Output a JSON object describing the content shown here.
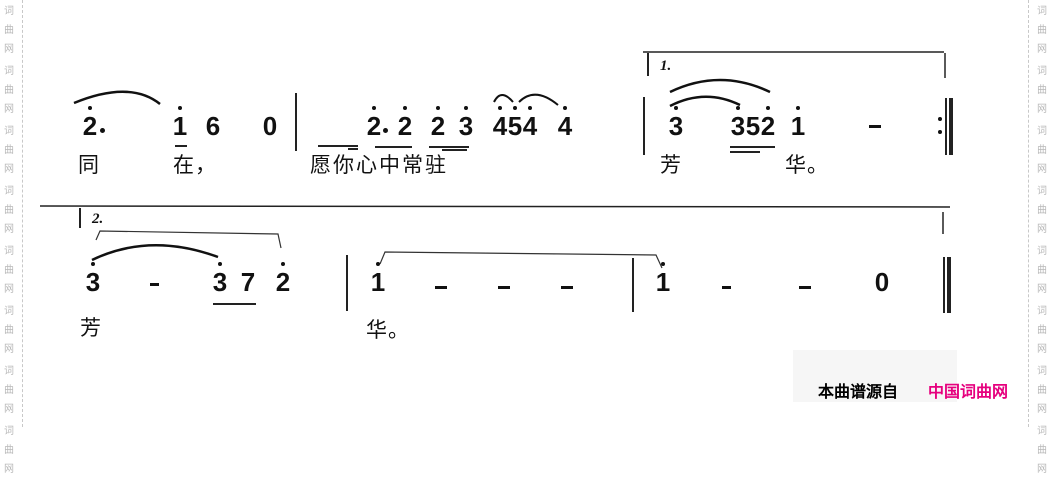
{
  "watermark": {
    "site_short": "词曲网"
  },
  "source": {
    "prefix": "本曲谱源自",
    "site": "中国词曲网",
    "site_color": "#e6007e"
  },
  "line1": {
    "notes": [
      "2",
      "1",
      "6",
      "0",
      "2",
      "2",
      "2",
      "3",
      "4",
      "5",
      "4",
      "4",
      "3",
      "3",
      "5",
      "2",
      "1",
      "-"
    ],
    "volta": "1.",
    "lyrics": [
      "同",
      "在，",
      "愿你心中常驻",
      "芳",
      "华。"
    ]
  },
  "line2": {
    "notes": [
      "3",
      "-",
      "3",
      "7",
      "2",
      "1",
      "-",
      "-",
      "-",
      "1",
      "-",
      "-",
      "0"
    ],
    "volta": "2.",
    "lyrics": [
      "芳",
      "华。"
    ]
  }
}
